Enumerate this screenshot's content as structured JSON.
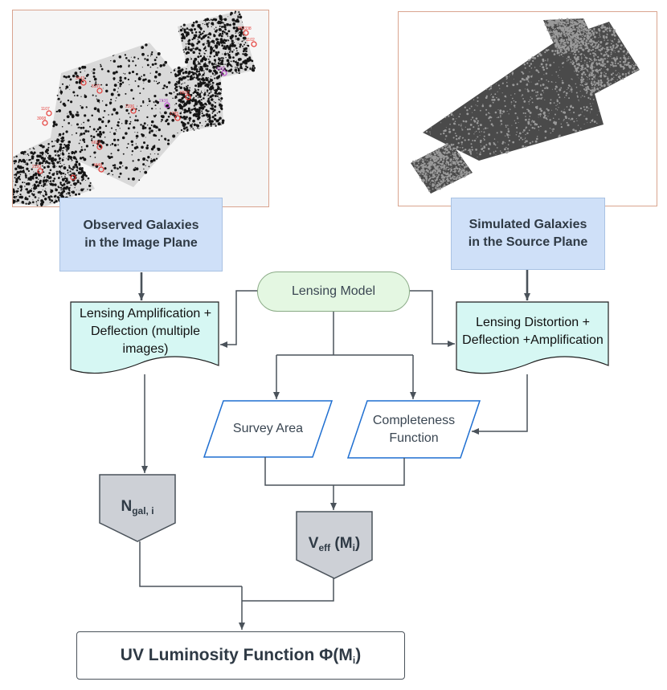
{
  "images": {
    "observed": {
      "labels": [
        "963338",
        "1102",
        "1082",
        "6602",
        "2136",
        "1785",
        "2336",
        "5107",
        "3443",
        "1107",
        "3008",
        "6632",
        "2193",
        "3448"
      ],
      "marker_color": "#e53935",
      "highlight_color": "#c34fd6"
    },
    "simulated": {
      "fill_color": "#4a4a4a"
    }
  },
  "nodes": {
    "observed_galaxies": "Observed Galaxies in the Image Plane",
    "simulated_galaxies": "Simulated Galaxies in the Source Plane",
    "lensing_model": "Lensing Model",
    "lensing_amplification": "Lensing Amplification + Deflection (multiple images)",
    "lensing_distortion": "Lensing Distortion + Deflection +Amplification",
    "survey_area": "Survey Area",
    "completeness_function": "Completeness Function",
    "n_gal": {
      "base": "N",
      "sub": "gal, i"
    },
    "v_eff": {
      "base": "V",
      "sub": "eff",
      "args_open": " (M",
      "args_sub": "i",
      "args_close": ")"
    },
    "uv_lf": {
      "text": "UV Luminosity Function Φ(M",
      "sub": "i",
      "close": ")"
    }
  },
  "colors": {
    "blue_box": "#cfe0f8",
    "teal_doc": "#d6f7f3",
    "green_pill": "#e4f7e2",
    "gray_pentagon": "#cdd0d6",
    "parallelogram_border": "#1f6fd1",
    "arrow": "#4a525a"
  }
}
